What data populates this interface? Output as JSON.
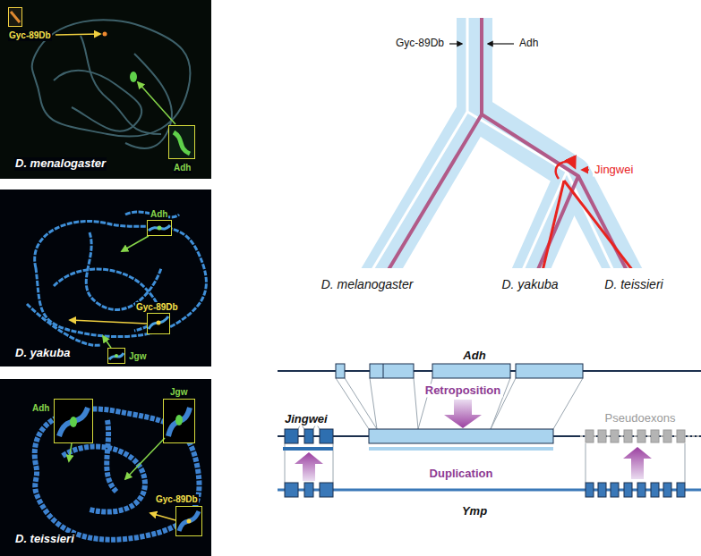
{
  "diagram": {
    "nodes": [
      {
        "text": [
          "D. menalogaster"
        ]
      },
      {
        "text": [
          "Gyc-89Db"
        ],
        "in": 0
      },
      {
        "text": [
          "Adh"
        ],
        "in": 0
      },
      {
        "text": [
          "D. yakuba"
        ]
      },
      {
        "text": [
          "Adh"
        ],
        "in": 3
      },
      {
        "text": [
          "Gyc-89Db"
        ],
        "in": 3
      },
      {
        "text": [
          "Jgw"
        ],
        "in": 3
      },
      {
        "text": [
          "D. teissieri"
        ]
      },
      {
        "text": [
          "Adh"
        ],
        "in": 7
      },
      {
        "text": [
          "Jgw"
        ],
        "in": 7
      },
      {
        "text": [
          "Gyc-89Db"
        ],
        "in": 7
      }
    ],
    "labels": [
      "Gyc-89Db",
      "Adh",
      "Jingwei",
      "D. melanogaster",
      "D. yakuba",
      "D. teissieri",
      "Adh",
      "Retroposition",
      "Jingwei",
      "Pseudoexons",
      "Duplication",
      "Ymp"
    ]
  }
}
